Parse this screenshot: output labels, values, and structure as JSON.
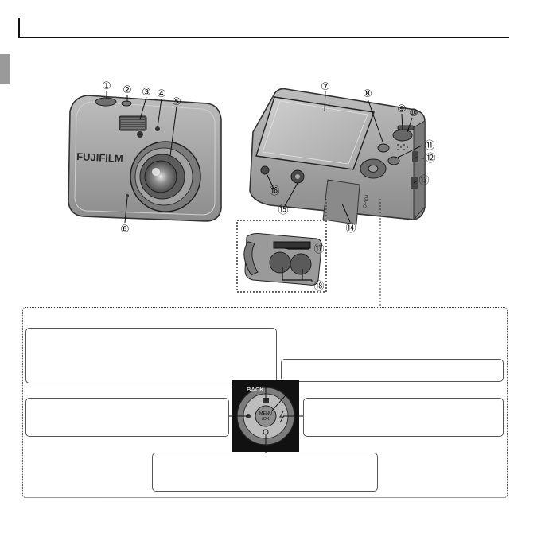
{
  "header": {
    "title": ""
  },
  "callouts": [
    {
      "n": "1",
      "glyph": "①"
    },
    {
      "n": "2",
      "glyph": "②"
    },
    {
      "n": "3",
      "glyph": "③"
    },
    {
      "n": "4",
      "glyph": "④"
    },
    {
      "n": "5",
      "glyph": "⑤"
    },
    {
      "n": "6",
      "glyph": "⑥"
    },
    {
      "n": "7",
      "glyph": "⑦"
    },
    {
      "n": "8",
      "glyph": "⑧"
    },
    {
      "n": "9",
      "glyph": "⑨"
    },
    {
      "n": "10",
      "glyph": "⑩"
    },
    {
      "n": "11",
      "glyph": "⑪"
    },
    {
      "n": "12",
      "glyph": "⑫"
    },
    {
      "n": "13",
      "glyph": "⑬"
    },
    {
      "n": "14",
      "glyph": "⑭"
    },
    {
      "n": "15",
      "glyph": "⑮"
    },
    {
      "n": "16",
      "glyph": "⑯"
    },
    {
      "n": "17",
      "glyph": "⑰"
    },
    {
      "n": "18",
      "glyph": "⑱"
    }
  ],
  "camera": {
    "brand": "FUJIFILM",
    "back_label": "BACK",
    "menu_label_1": "MENU",
    "menu_label_2": "/OK",
    "door_label": "OPEN"
  },
  "colors": {
    "body_gray": "#9c9c9c",
    "dark_gray": "#555555",
    "screen_gray": "#b9b9b9",
    "side_tab": "#9a9a9a"
  }
}
